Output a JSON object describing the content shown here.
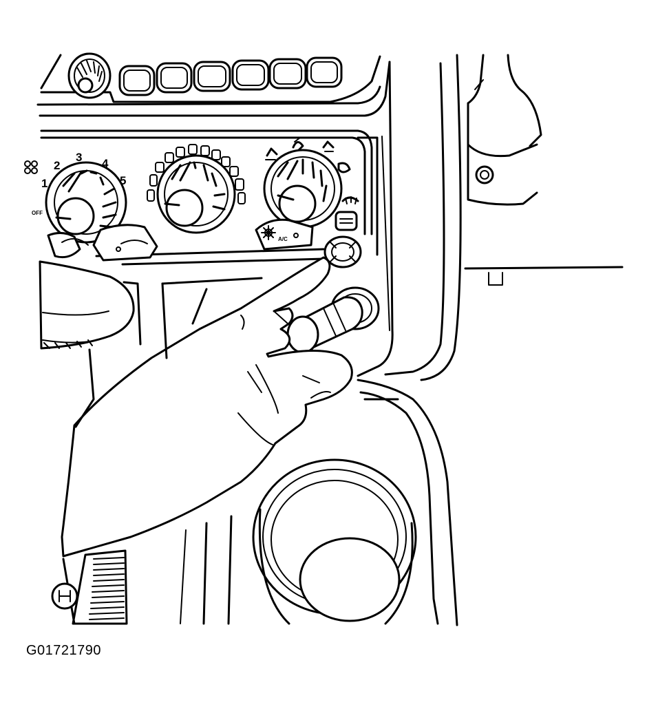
{
  "figure": {
    "id": "G01721790"
  },
  "fan_knob": {
    "labels": [
      "OFF",
      "1",
      "2",
      "3",
      "4",
      "5"
    ]
  },
  "mode_knob": {
    "label": "A/C"
  }
}
